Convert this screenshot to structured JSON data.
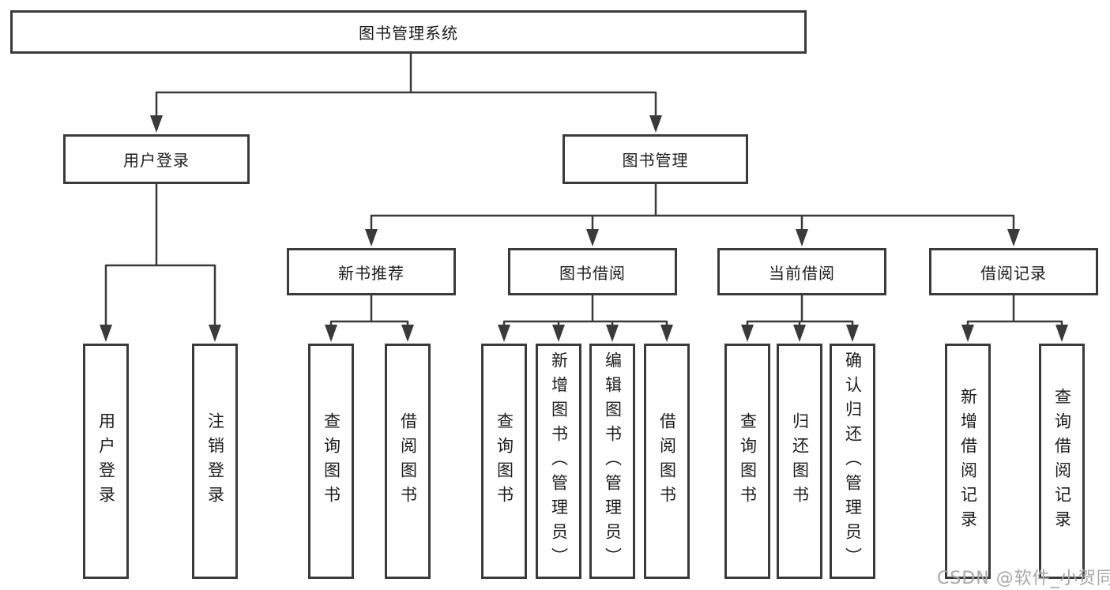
{
  "diagram": {
    "root": {
      "label": "图书管理系统"
    },
    "level2": {
      "user_login": {
        "label": "用户登录"
      },
      "book_management": {
        "label": "图书管理"
      }
    },
    "level3": {
      "new_book_recommend": {
        "label": "新书推荐"
      },
      "book_borrow": {
        "label": "图书借阅"
      },
      "current_borrow": {
        "label": "当前借阅"
      },
      "borrow_records": {
        "label": "借阅记录"
      }
    },
    "leaves": {
      "user_login": [
        "用户登录",
        "注销登录"
      ],
      "new_book_recommend": [
        "查询图书",
        "借阅图书"
      ],
      "book_borrow": [
        "查询图书",
        "新增图书（管理员）",
        "编辑图书（管理员）",
        "借阅图书"
      ],
      "current_borrow": [
        "查询图书",
        "归还图书",
        "确认归还（管理员）"
      ],
      "borrow_records": [
        "新增借阅记录",
        "查询借阅记录"
      ]
    }
  },
  "watermark": "CSDN @软件_小贺同学",
  "colors": {
    "line": "#3a3a3a",
    "text": "#1c1c1c",
    "watermark": "#a8a8a8",
    "background": "#ffffff"
  }
}
